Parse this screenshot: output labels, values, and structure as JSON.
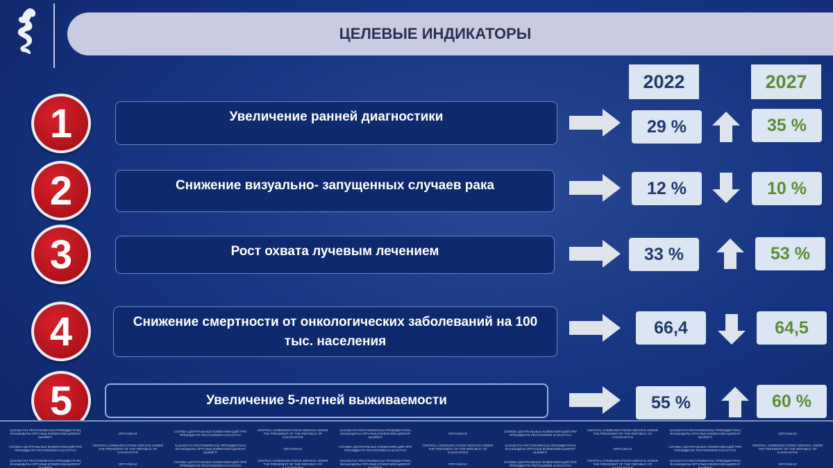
{
  "title": "ЦЕЛЕВЫЕ ИНДИКАТОРЫ",
  "years": {
    "base": "2022",
    "target": "2027"
  },
  "colors": {
    "base_value": "#1f3a6e",
    "target_value": "#5b8c34",
    "circle": "#c8141e"
  },
  "indicators": [
    {
      "number": "1",
      "label": "Увеличение ранней диагностики",
      "value_2022": "29 %",
      "trend": "up",
      "value_2027": "35 %"
    },
    {
      "number": "2",
      "label": "Снижение визуально- запущенных случаев рака",
      "value_2022": "12 %",
      "trend": "down",
      "value_2027": "10 %"
    },
    {
      "number": "3",
      "label": "Рост охвата лучевым лечением",
      "value_2022": "33 %",
      "trend": "up",
      "value_2027": "53 %"
    },
    {
      "number": "4",
      "label": "Снижение смертности от онкологических заболеваний на 100 тыс. населения",
      "value_2022": "66,4",
      "trend": "down",
      "value_2027": "64,5"
    },
    {
      "number": "5",
      "label": "Увеличение 5-летней выживаемости",
      "value_2022": "55 %",
      "trend": "up",
      "value_2027": "60 %"
    }
  ],
  "watermark": [
    "ҚАЗАҚСТАН РЕСПУБЛИКАСЫ ПРЕЗИДЕНТІНІҢ ЖАНЫНДАҒЫ ОРТАЛЫҚ КОММУНИКАЦИЯЛАР ҚЫЗМЕТІ",
    "ORTCOM.KZ",
    "СЛУЖБА ЦЕНТРАЛЬНЫХ КОММУНИКАЦИЙ ПРИ ПРЕЗИДЕНТЕ РЕСПУБЛИКИ КАЗАХСТАН",
    "CENTRAL COMMUNICATIONS SERVICE UNDER THE PRESIDENT OF THE REPUBLIC OF KAZAKHSTAN"
  ]
}
